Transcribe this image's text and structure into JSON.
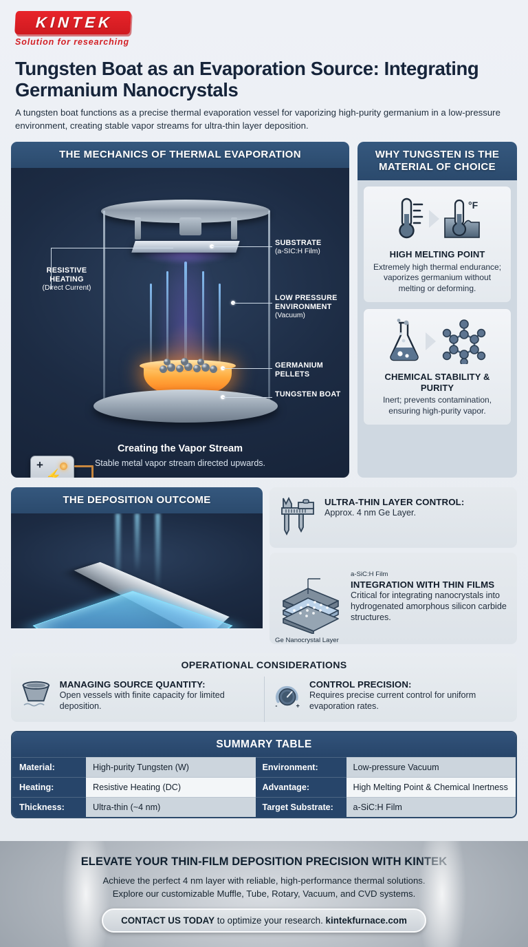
{
  "brand": {
    "logo_text": "KINTEK",
    "tagline": "Solution for researching"
  },
  "header": {
    "title": "Tungsten Boat as an Evaporation Source: Integrating Germanium Nanocrystals",
    "subtitle": "A tungsten boat functions as a precise thermal evaporation vessel for vaporizing high-purity germanium in a low-pressure environment, creating stable vapor streams for ultra-thin layer deposition."
  },
  "mechanics": {
    "heading": "THE MECHANICS OF THERMAL EVAPORATION",
    "labels": {
      "resistive_title": "RESISTIVE HEATING",
      "resistive_sub": "(Direct Current)",
      "substrate_title": "SUBSTRATE",
      "substrate_sub": "(a-SIC:H Film)",
      "lowpressure_title": "LOW PRESSURE ENVIRONMENT",
      "lowpressure_sub": "(Vacuum)",
      "pellets_title": "GERMANIUM PELLETS",
      "boat_title": "TUNGSTEN BOAT"
    },
    "caption_title": "Creating the Vapor Stream",
    "caption_sub": "Stable metal vapor stream directed upwards."
  },
  "why_tungsten": {
    "heading": "WHY TUNGSTEN IS THE MATERIAL OF CHOICE",
    "cards": [
      {
        "icon_left": "thermometer-icon",
        "icon_right": "thermometer-fahrenheit-icon",
        "degree_symbol": "°F",
        "title": "HIGH MELTING POINT",
        "text": "Extremely high thermal endurance; vaporizes germanium without melting or deforming."
      },
      {
        "icon_left": "flask-icon",
        "icon_right": "molecule-icon",
        "degree_symbol": "",
        "title": "CHEMICAL STABILITY & PURITY",
        "text": "Inert; prevents contamination, ensuring high-purity vapor."
      }
    ]
  },
  "deposition": {
    "heading": "THE DEPOSITION OUTCOME",
    "items": [
      {
        "icon": "caliper-icon",
        "title": "ULTRA-THIN LAYER CONTROL:",
        "text": "Approx. 4 nm Ge Layer.",
        "top_label": "",
        "bottom_label": ""
      },
      {
        "icon": "layer-stack-icon",
        "title": "INTEGRATION WITH THIN FILMS",
        "text": "Critical for integrating nanocrystals into hydrogenated amorphous silicon carbide structures.",
        "top_label": "a-SiC:H Film",
        "bottom_label": "Ge Nanocrystal Layer"
      }
    ]
  },
  "operational": {
    "heading": "OPERATIONAL CONSIDERATIONS",
    "items": [
      {
        "icon": "crucible-icon",
        "title": "MANAGING SOURCE QUANTITY:",
        "text": "Open vessels with finite capacity for limited deposition."
      },
      {
        "icon": "control-knob-icon",
        "title": "CONTROL PRECISION:",
        "text": "Requires precise current control for uniform evaporation rates."
      }
    ]
  },
  "summary_table": {
    "heading": "SUMMARY TABLE",
    "rows": [
      {
        "left_key": "Material:",
        "left_value": "High-purity Tungsten (W)",
        "right_key": "Environment:",
        "right_value": "Low-pressure Vacuum"
      },
      {
        "left_key": "Heating:",
        "left_value": "Resistive Heating (DC)",
        "right_key": "Advantage:",
        "right_value": "High Melting Point & Chemical Inertness"
      },
      {
        "left_key": "Thickness:",
        "left_value": "Ultra-thin (~4 nm)",
        "right_key": "Target Substrate:",
        "right_value": "a-SiC:H Film"
      }
    ]
  },
  "footer": {
    "headline": "ELEVATE YOUR THIN-FILM DEPOSITION PRECISION WITH KINTEK",
    "line1": "Achieve the perfect 4 nm layer with reliable, high-performance thermal solutions.",
    "line2": "Explore our customizable Muffle, Tube, Rotary, Vacuum, and CVD systems.",
    "cta_strong": "CONTACT US TODAY",
    "cta_rest": " to optimize your research. ",
    "cta_site": "kintekfurnace.com"
  },
  "colors": {
    "brand_red": "#d31f25",
    "panel_header_navy": "#2b4a6d",
    "dark_panel": "#1c2b43",
    "accent_cyan": "#7fe2ff",
    "hot_orange": "#ff8c28"
  }
}
